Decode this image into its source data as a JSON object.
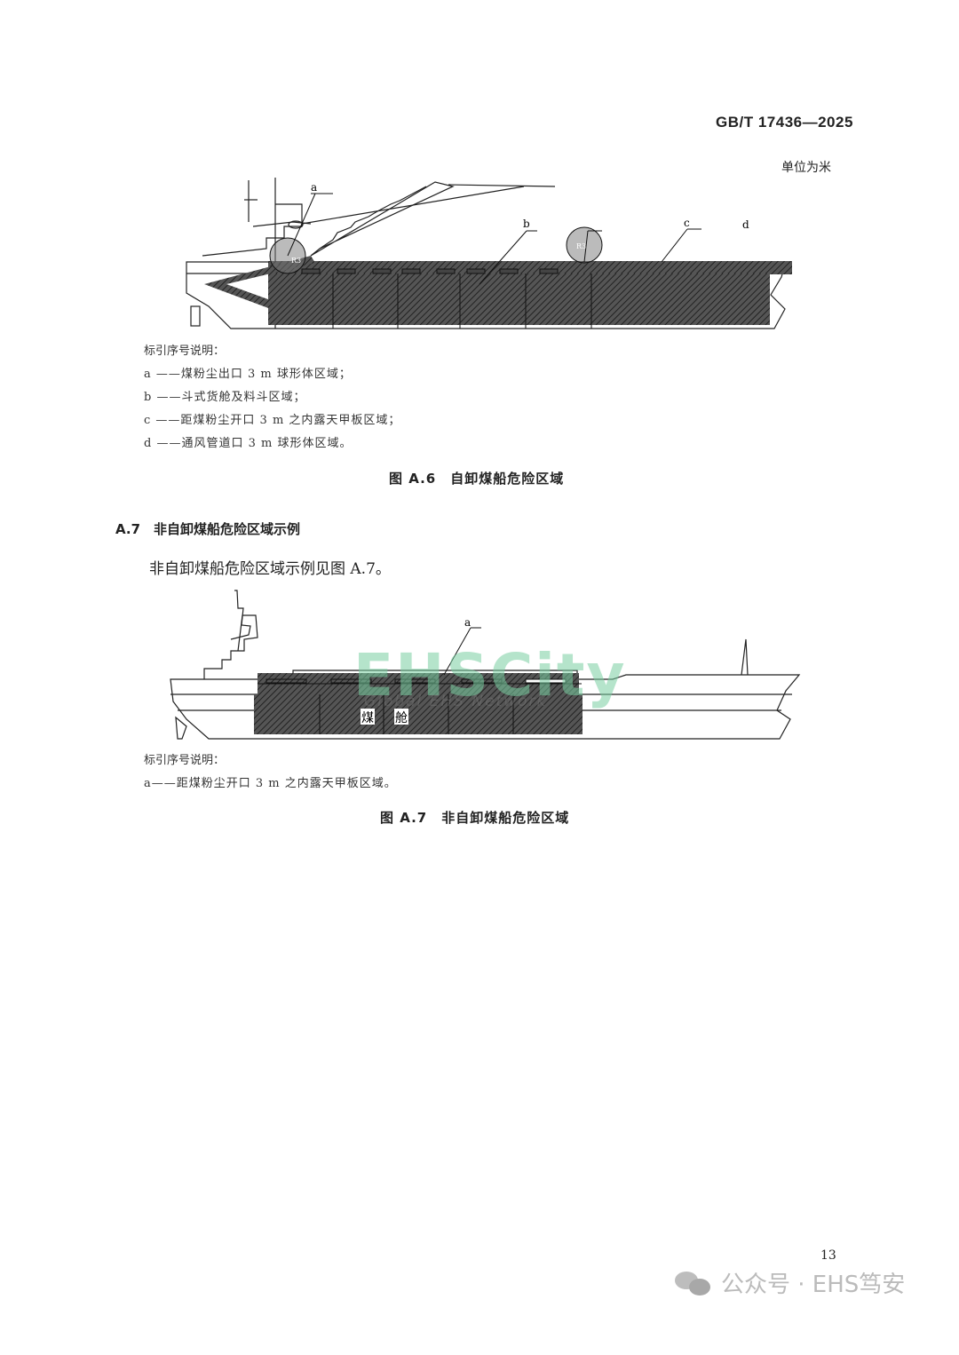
{
  "header": {
    "standard_number": "GB/T 17436—2025",
    "unit_note": "单位为米"
  },
  "figure_a6": {
    "callouts": [
      "a",
      "b",
      "c",
      "d"
    ],
    "radius_label": "R3",
    "legend_title": "标引序号说明：",
    "legend": [
      "a ——煤粉尘出口 3 m 球形体区域；",
      "b ——斗式货舱及料斗区域；",
      "c ——距煤粉尘开口 3 m 之内露天甲板区域；",
      "d ——通风管道口 3 m 球形体区域。"
    ],
    "caption": "图 A.6　自卸煤船危险区域"
  },
  "section_a7": {
    "heading": "A.7　非自卸煤船危险区域示例",
    "body": "非自卸煤船危险区域示例见图 A.7。"
  },
  "figure_a7": {
    "callouts": [
      "a"
    ],
    "hold_label_1": "煤",
    "hold_label_2": "舱",
    "legend_title": "标引序号说明：",
    "legend": [
      "a——距煤粉尘开口 3 m 之内露天甲板区域。"
    ],
    "caption": "图 A.7　非自卸煤船危险区域",
    "watermark": "EHSCity",
    "watermark_sub": "Global EHS Network"
  },
  "footer": {
    "page_number": "13",
    "watermark": "公众号 · EHS笃安"
  },
  "colors": {
    "hatch": "#3a3a3a",
    "watermark_green": "#78cda0"
  }
}
